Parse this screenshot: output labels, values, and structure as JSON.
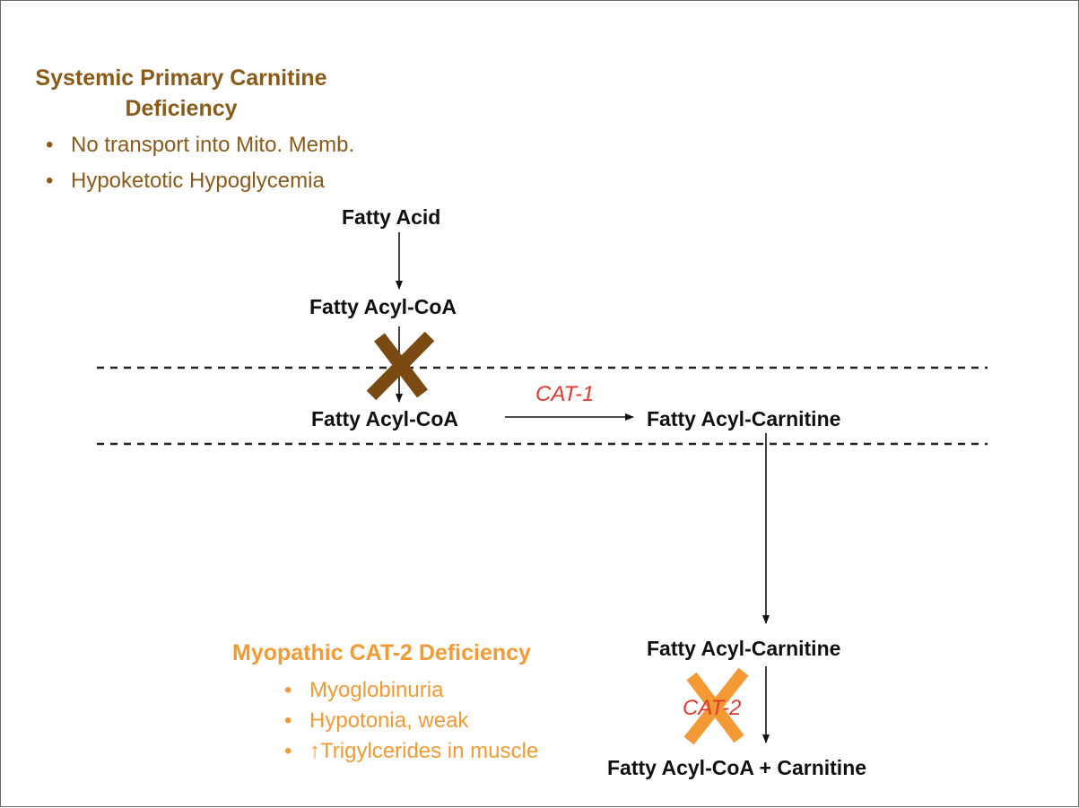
{
  "systemic_deficiency": {
    "title_line1": "Systemic Primary Carnitine",
    "title_line2": "Deficiency",
    "bullets": [
      "No transport into Mito. Memb.",
      "Hypoketotic Hypoglycemia"
    ],
    "color": "#8a5a19"
  },
  "myopathic_deficiency": {
    "title": "Myopathic CAT-2 Deficiency",
    "bullets": [
      "Myoglobinuria",
      "Hypotonia, weak",
      "Trigylcerides in muscle"
    ],
    "up_arrow_symbol": "↑",
    "color": "#f39a34"
  },
  "pathway": {
    "fatty_acid": "Fatty Acid",
    "fatty_acyl_coa_cytosol": "Fatty Acyl-CoA",
    "fatty_acyl_coa_membrane": "Fatty Acyl-CoA",
    "fatty_acyl_carnitine_membrane": "Fatty Acyl-Carnitine",
    "fatty_acyl_carnitine_matrix": "Fatty Acyl-Carnitine",
    "final_products": "Fatty Acyl-CoA + Carnitine",
    "enzyme_cat1": "CAT-1",
    "enzyme_cat2": "CAT-2",
    "enzyme_color": "#e03a2e"
  },
  "block_marks": {
    "transport_block_color": "#7b4a12",
    "cat2_block_color": "#f39a34"
  }
}
